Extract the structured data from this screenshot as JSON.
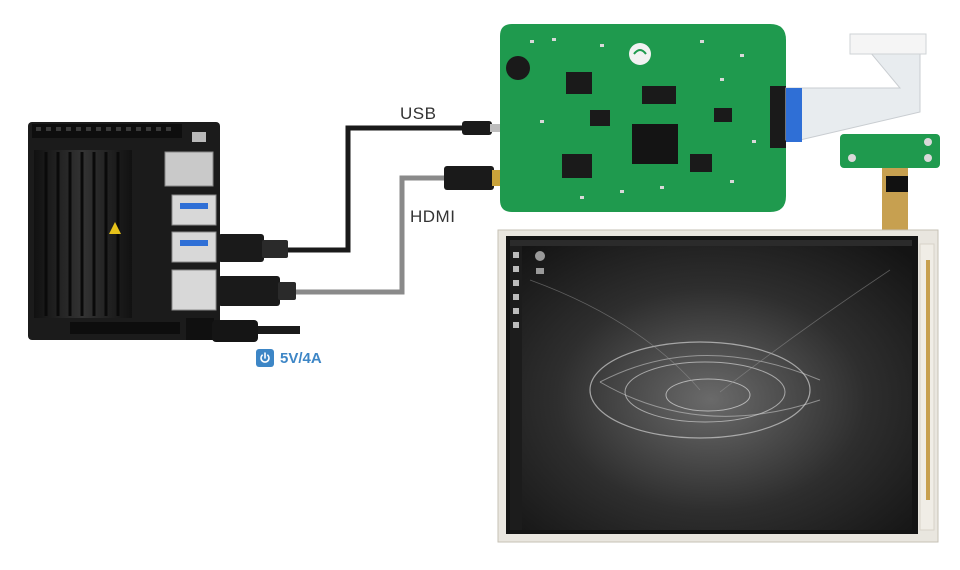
{
  "labels": {
    "usb": "USB",
    "hdmi": "HDMI",
    "power": "5V/4A"
  },
  "icons": {
    "power": "power-icon"
  },
  "colors": {
    "pcb_green": "#1f9a4e",
    "jetson_board": "#1b1b1b",
    "heatsink": "#2a2a2a",
    "cable_black": "#1a1a1a",
    "cable_gray": "#8a8a8a",
    "power_accent": "#3d86c6",
    "ribbon": "#e8ecef",
    "connector_blue": "#2f6fd6"
  }
}
